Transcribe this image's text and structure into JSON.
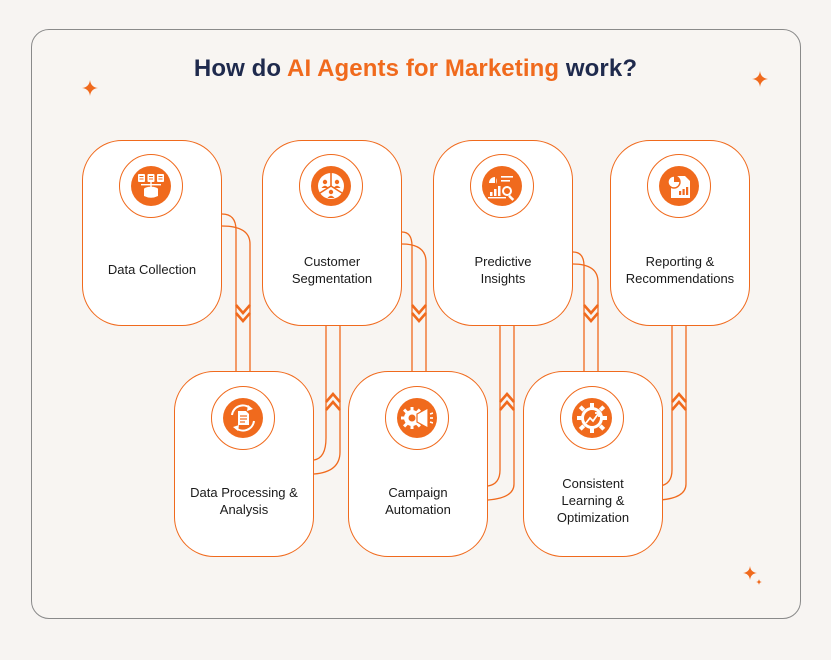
{
  "title": {
    "prefix": "How do ",
    "highlight": "AI Agents for Marketing",
    "suffix": " work?"
  },
  "colors": {
    "accent": "#f06a1d",
    "navy": "#1f2a4d",
    "frame": "#8a8a8a"
  },
  "steps": [
    {
      "label": "Data Collection",
      "icon": "database-icon"
    },
    {
      "label": "Data Processing & Analysis",
      "icon": "document-refresh-icon"
    },
    {
      "label": "Customer Segmentation",
      "icon": "people-pie-icon"
    },
    {
      "label": "Campaign Automation",
      "icon": "megaphone-gear-icon"
    },
    {
      "label": "Predictive Insights",
      "icon": "chart-magnifier-icon"
    },
    {
      "label": "Consistent Learning & Optimization",
      "icon": "gear-trend-icon"
    },
    {
      "label": "Reporting & Recommendations",
      "icon": "pie-chart-report-icon"
    }
  ]
}
